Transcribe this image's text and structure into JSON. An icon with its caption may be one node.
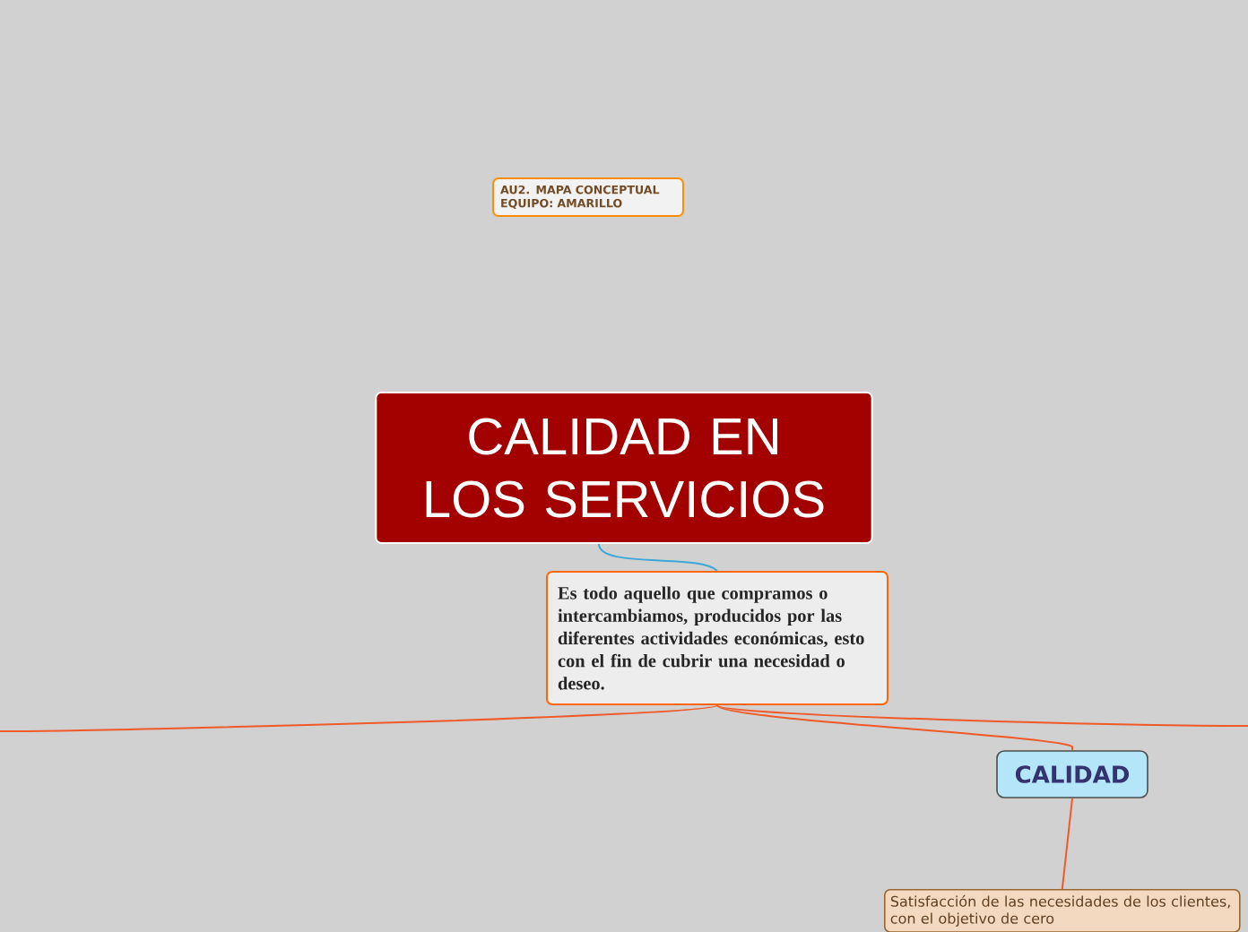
{
  "diagram": {
    "nodes": [
      {
        "text": [
          "AU2. MAPA CONCEPTUAL EQUIPO: AMARILLO"
        ]
      },
      {
        "text": [
          "CALIDAD EN LOS SERVICIOS"
        ]
      },
      {
        "text": [
          "Es todo aquello que compramos o intercambiamos, producidos por las diferentes actividades económicas, esto con el fin de cubrir una necesidad o deseo."
        ]
      },
      {
        "text": [
          "CALIDAD"
        ]
      },
      {
        "text": [
          "Satisfacción de las necesidades de los clientes, con el objetivo de cero"
        ]
      }
    ],
    "edges": [
      {
        "from": 1,
        "to": 2,
        "arrow": "none",
        "color": "#3aa8d8"
      },
      {
        "from": 2,
        "to": null,
        "arrow": "none"
      },
      {
        "from": 2,
        "to": null,
        "arrow": "none"
      },
      {
        "from": 2,
        "to": 3,
        "arrow": "none"
      },
      {
        "from": 3,
        "to": 4,
        "arrow": "none"
      }
    ]
  }
}
